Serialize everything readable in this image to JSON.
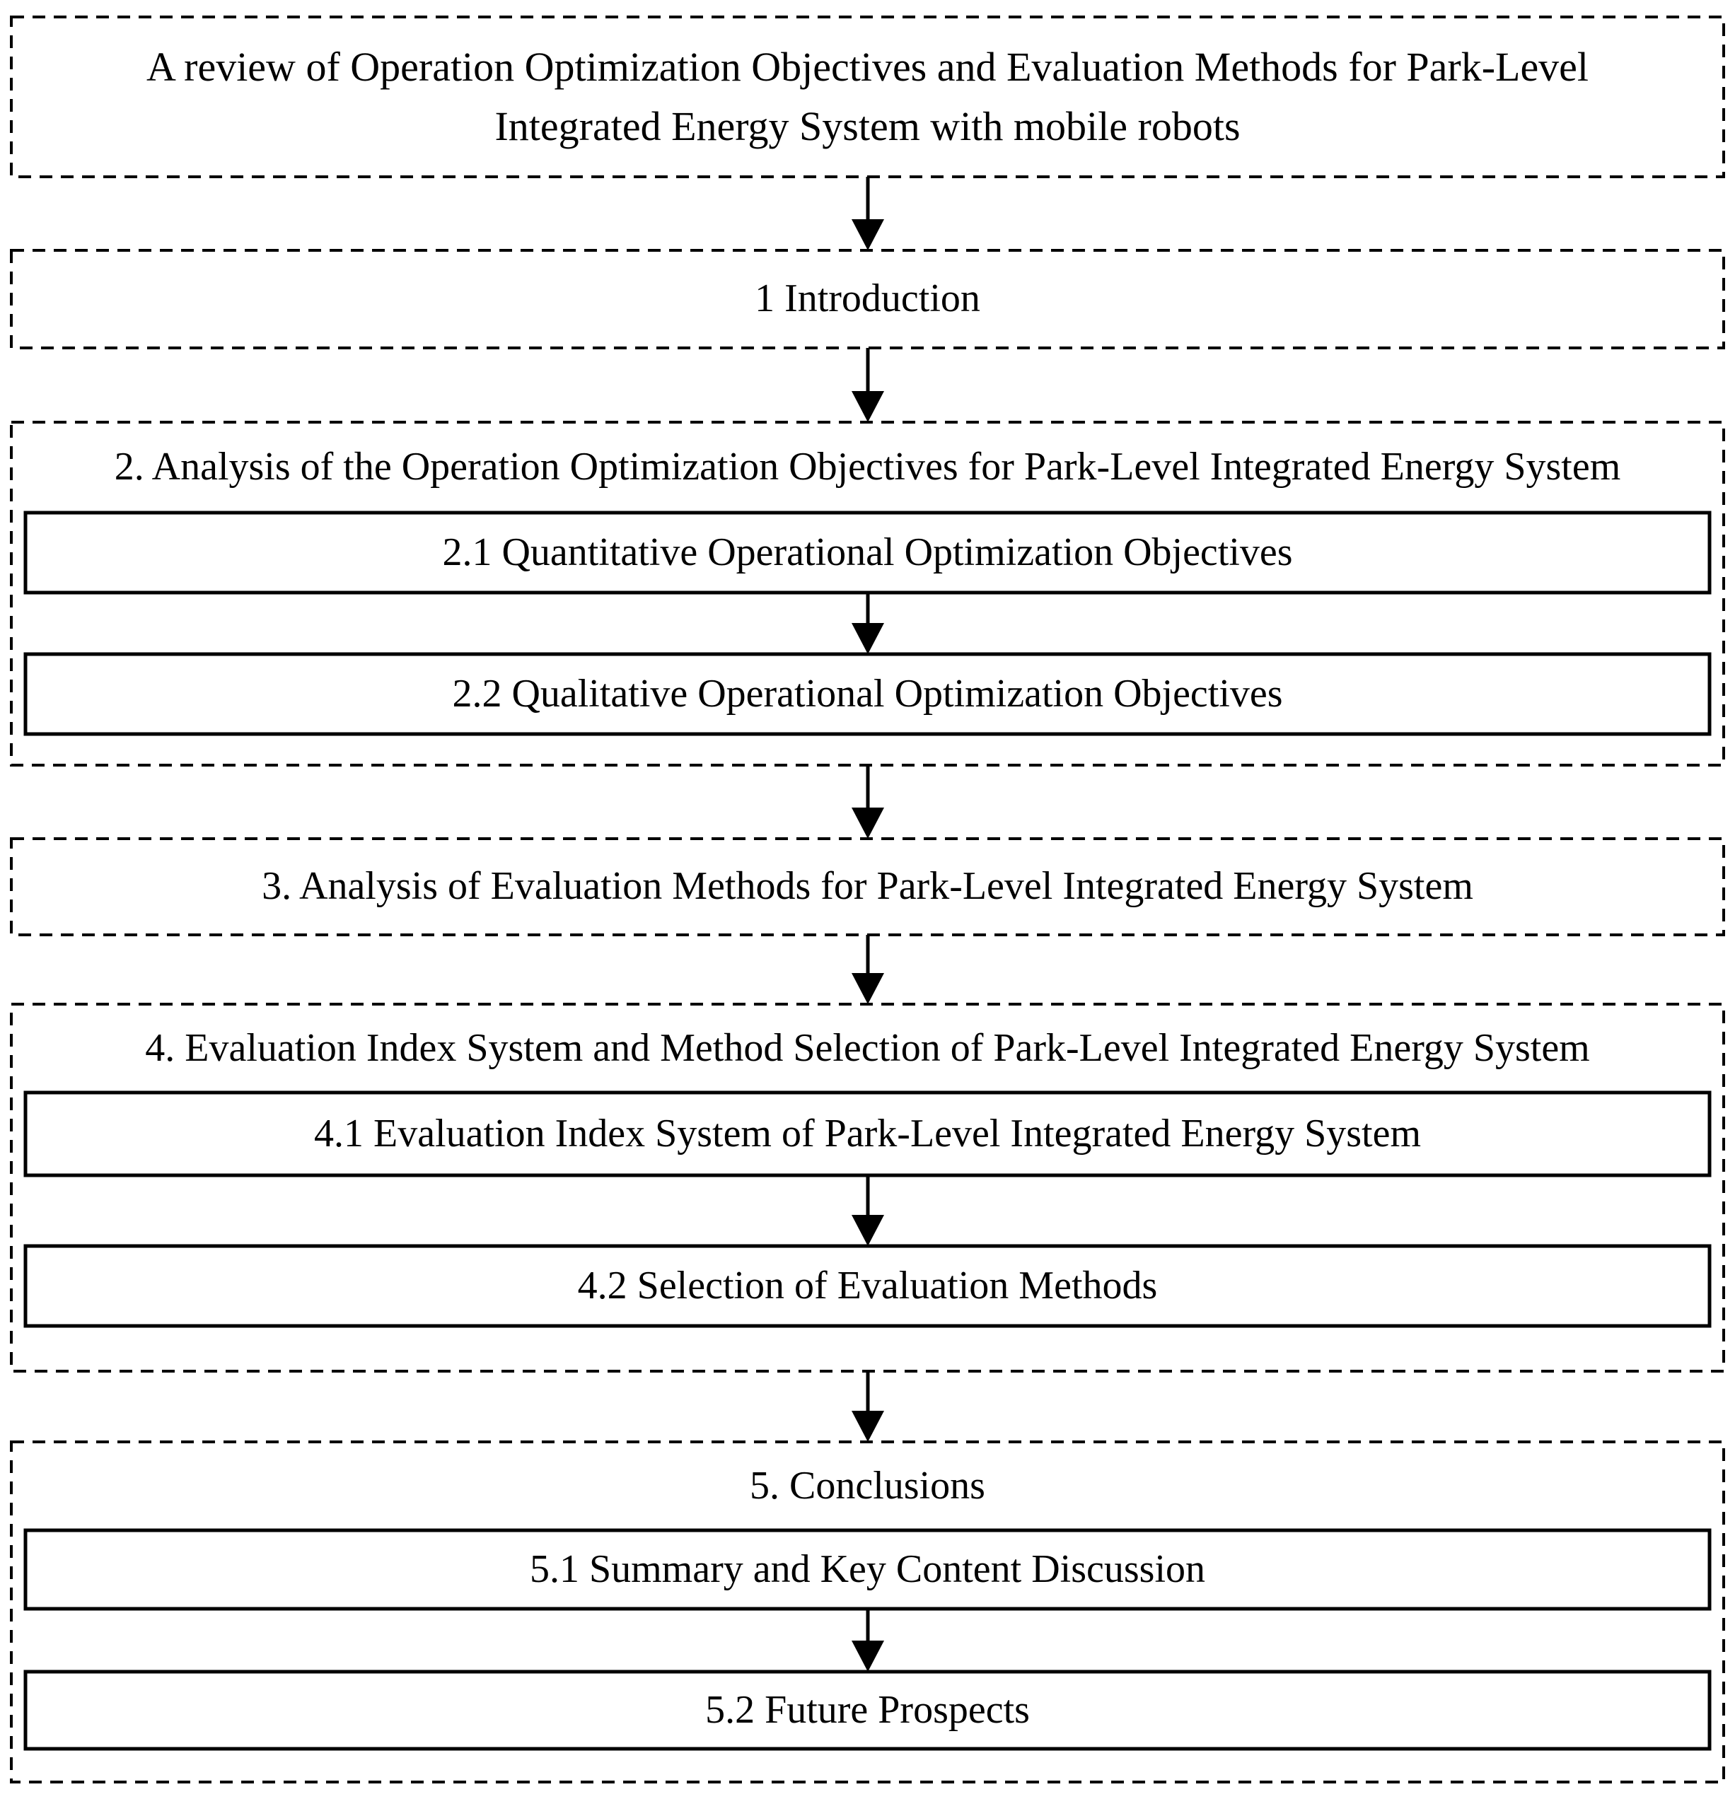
{
  "figure": {
    "title_lines": [
      "A review of Operation Optimization Objectives and Evaluation Methods for Park-Level",
      "Integrated Energy System with mobile robots"
    ],
    "nodes": {
      "introduction": "1 Introduction",
      "section2_heading": "2. Analysis of the Operation Optimization Objectives for Park-Level Integrated Energy System",
      "section2_1": "2.1 Quantitative Operational Optimization Objectives",
      "section2_2": "2.2 Qualitative Operational Optimization Objectives",
      "section3": "3. Analysis of Evaluation Methods for Park-Level Integrated Energy System",
      "section4_heading": "4. Evaluation Index System and Method Selection of Park-Level Integrated Energy System",
      "section4_1": "4.1 Evaluation Index System of Park-Level Integrated Energy System",
      "section4_2": "4.2 Selection of Evaluation Methods",
      "section5_heading": "5. Conclusions",
      "section5_1": "5.1 Summary and Key Content Discussion",
      "section5_2": "5.2 Future Prospects"
    },
    "colors": {
      "border": "#000000",
      "text": "#000000",
      "background": "#ffffff"
    }
  }
}
